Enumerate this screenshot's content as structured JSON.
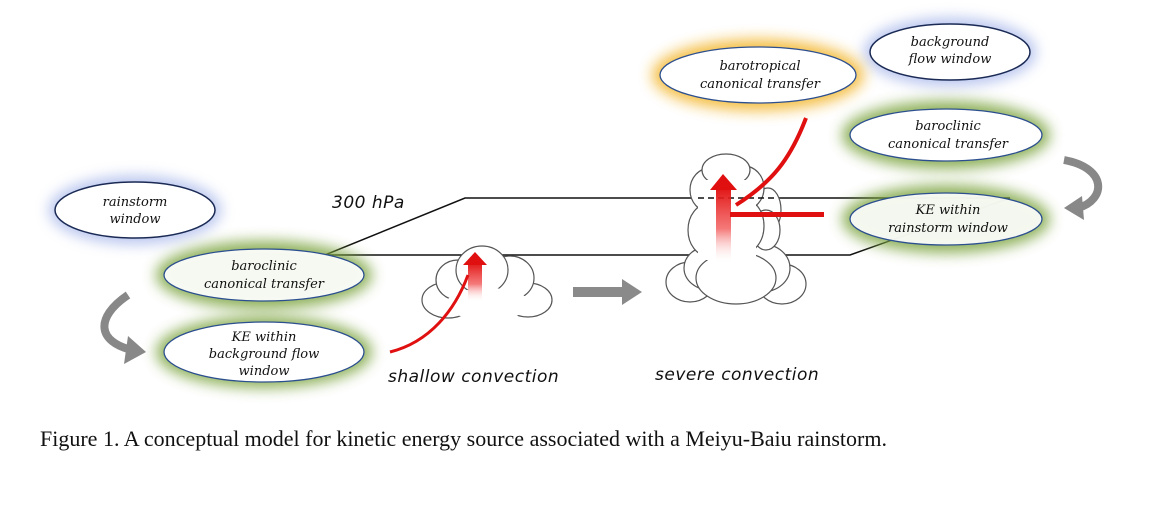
{
  "labels": {
    "rainstorm_window": [
      "rainstorm",
      "window"
    ],
    "background_flow_window": [
      "background",
      "flow window"
    ],
    "barotropical_transfer": [
      "barotropical",
      "canonical transfer"
    ],
    "baroclinic_transfer_left": [
      "baroclinic",
      "canonical transfer"
    ],
    "baroclinic_transfer_right": [
      "baroclinic",
      "canonical transfer"
    ],
    "ke_background": [
      "KE within",
      "background flow",
      "window"
    ],
    "ke_rainstorm": [
      "KE within",
      "rainstorm window"
    ],
    "pressure_level": "300 hPa",
    "shallow_convection": "shallow convection",
    "severe_convection": "severe convection"
  },
  "caption": "Figure 1. A conceptual model for kinetic energy source associated with a Meiyu-Baiu rainstorm.",
  "colors": {
    "green_glow": "#7aa33c",
    "blue_glow": "#9fb0e8",
    "orange_glow": "#f2b01e",
    "arrow_red": "#e01010",
    "arrow_gray": "#808080",
    "ellipse_border": "#2c4f8f"
  }
}
